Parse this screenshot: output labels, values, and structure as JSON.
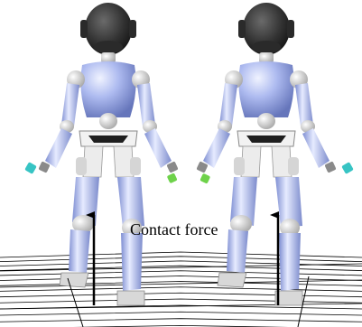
{
  "annotation": {
    "contact_force_label": "Contact force"
  },
  "colors": {
    "body": "#a8b6ee",
    "body_light": "#e4e9ff",
    "body_shade": "#6f7fc4",
    "joint": "#e8e8e8",
    "head": "#3c3c3c",
    "head_shade": "#1c1c1c",
    "hand_left": "#37c4c4",
    "hand_right": "#6ed24a",
    "grid": "#000000",
    "arrow": "#000000"
  },
  "figures": [
    "robot-left",
    "robot-right"
  ]
}
